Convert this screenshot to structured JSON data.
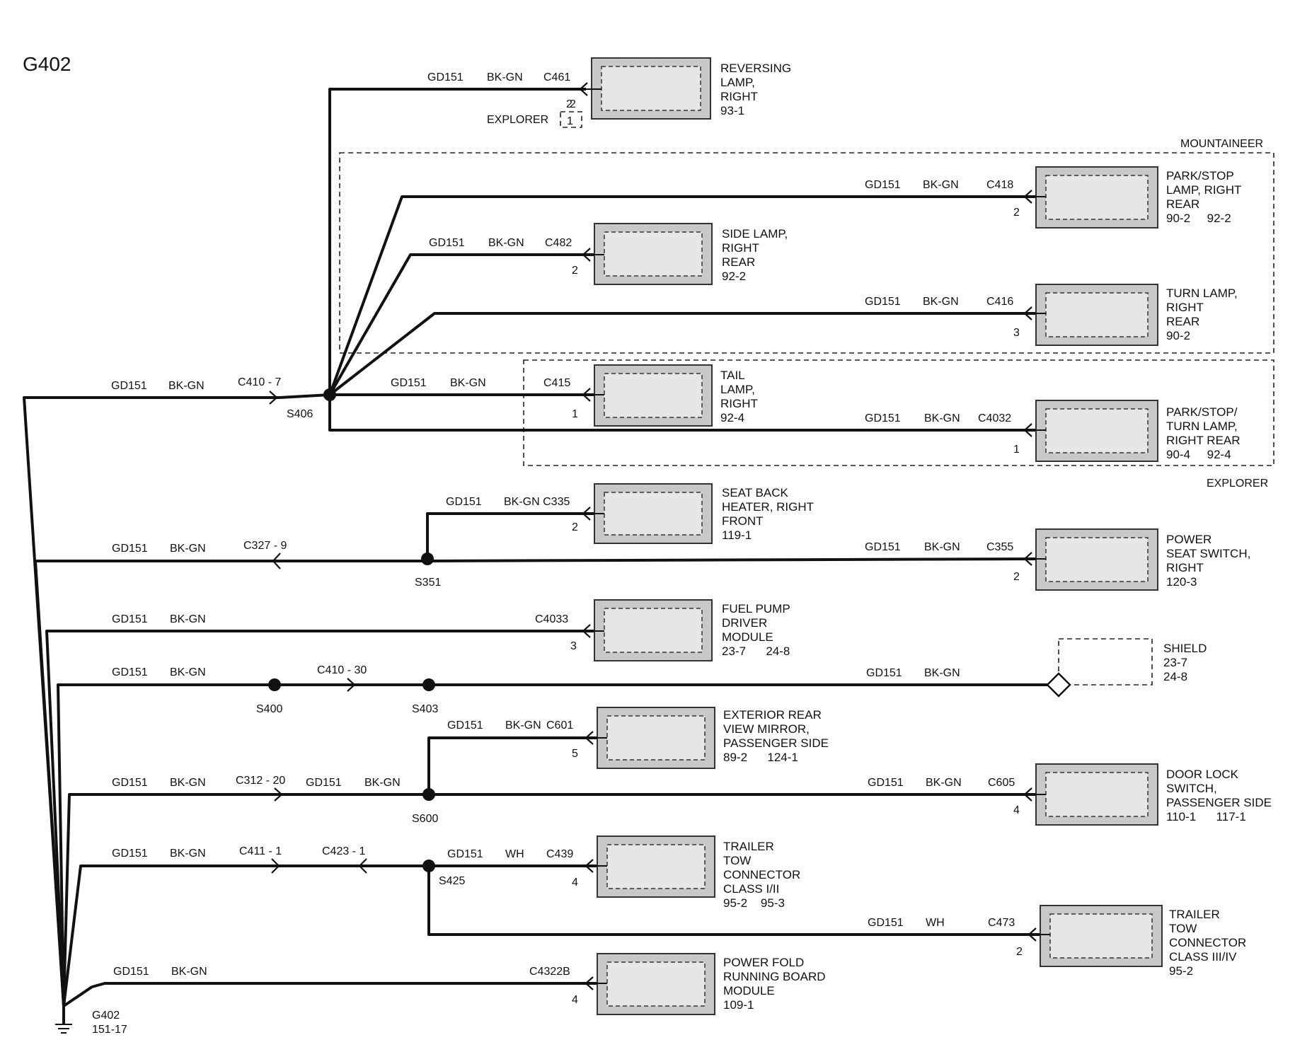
{
  "title": "G402",
  "ground": {
    "name": "G402",
    "ref": "151-17"
  },
  "groups": {
    "mountaineer": "MOUNTAINEER",
    "explorer": "EXPLORER"
  },
  "splices": {
    "s406": "S406",
    "s351": "S351",
    "s400": "S400",
    "s403": "S403",
    "s600": "S600",
    "s425": "S425"
  },
  "wire_labels": {
    "circuit": "GD151",
    "color": "BK-GN",
    "color_wh": "WH",
    "color_c335": "BK-GN C335",
    "inline_c410_7": "C410 - 7",
    "inline_c327_9": "C327 - 9",
    "inline_c410_30": "C410 - 30",
    "inline_c312_20": "C312 - 20",
    "inline_c411_1": "C411 - 1",
    "inline_c423_1": "C423 - 1"
  },
  "explorer_note": {
    "label": "EXPLORER",
    "pin_top": "2",
    "pin_box": "1"
  },
  "components": [
    {
      "id": "reversing",
      "connector": "C461",
      "pin": "2",
      "lines": [
        "REVERSING",
        "LAMP,",
        "RIGHT",
        "93-1"
      ]
    },
    {
      "id": "park-stop-right-rear",
      "connector": "C418",
      "pin": "2",
      "lines": [
        "PARK/STOP",
        "LAMP, RIGHT",
        "REAR",
        "90-2     92-2"
      ]
    },
    {
      "id": "side-lamp",
      "connector": "C482",
      "pin": "2",
      "lines": [
        "SIDE LAMP,",
        "RIGHT",
        "REAR",
        "92-2"
      ]
    },
    {
      "id": "turn-lamp",
      "connector": "C416",
      "pin": "3",
      "lines": [
        "TURN LAMP,",
        "RIGHT",
        "REAR",
        "90-2"
      ]
    },
    {
      "id": "tail-lamp",
      "connector": "C415",
      "pin": "1",
      "lines": [
        "TAIL",
        "LAMP,",
        "RIGHT",
        "92-4"
      ]
    },
    {
      "id": "park-stop-turn",
      "connector": "C4032",
      "pin": "1",
      "lines": [
        "PARK/STOP/",
        "TURN LAMP,",
        "RIGHT REAR",
        "90-4     92-4"
      ]
    },
    {
      "id": "seat-back-heater",
      "connector": "",
      "pin": "2",
      "lines": [
        "SEAT BACK",
        "HEATER, RIGHT",
        "FRONT",
        "119-1"
      ]
    },
    {
      "id": "power-seat-switch",
      "connector": "C355",
      "pin": "2",
      "lines": [
        "POWER",
        "SEAT SWITCH,",
        "RIGHT",
        "120-3"
      ]
    },
    {
      "id": "fuel-pump",
      "connector": "C4033",
      "pin": "3",
      "lines": [
        "FUEL PUMP",
        "DRIVER",
        "MODULE",
        "23-7      24-8"
      ]
    },
    {
      "id": "shield",
      "connector": "",
      "pin": "",
      "lines": [
        "SHIELD",
        "23-7",
        "24-8"
      ]
    },
    {
      "id": "mirror",
      "connector": "C601",
      "pin": "5",
      "lines": [
        "EXTERIOR REAR",
        "VIEW MIRROR,",
        "PASSENGER SIDE",
        "89-2      124-1"
      ]
    },
    {
      "id": "door-lock",
      "connector": "C605",
      "pin": "4",
      "lines": [
        "DOOR LOCK",
        "SWITCH,",
        "PASSENGER SIDE",
        "110-1      117-1"
      ]
    },
    {
      "id": "trailer-1-2",
      "connector": "C439",
      "pin": "4",
      "lines": [
        "TRAILER",
        "TOW",
        "CONNECTOR",
        "CLASS I/II",
        "95-2    95-3"
      ]
    },
    {
      "id": "trailer-3-4",
      "connector": "C473",
      "pin": "2",
      "lines": [
        "TRAILER",
        "TOW",
        "CONNECTOR",
        "CLASS III/IV",
        "95-2"
      ]
    },
    {
      "id": "running-board",
      "connector": "C4322B",
      "pin": "4",
      "lines": [
        "POWER FOLD",
        "RUNNING BOARD",
        "MODULE",
        "109-1"
      ]
    }
  ],
  "colors": {
    "wire": "#111111",
    "component_fill": "#c8c8c8"
  }
}
